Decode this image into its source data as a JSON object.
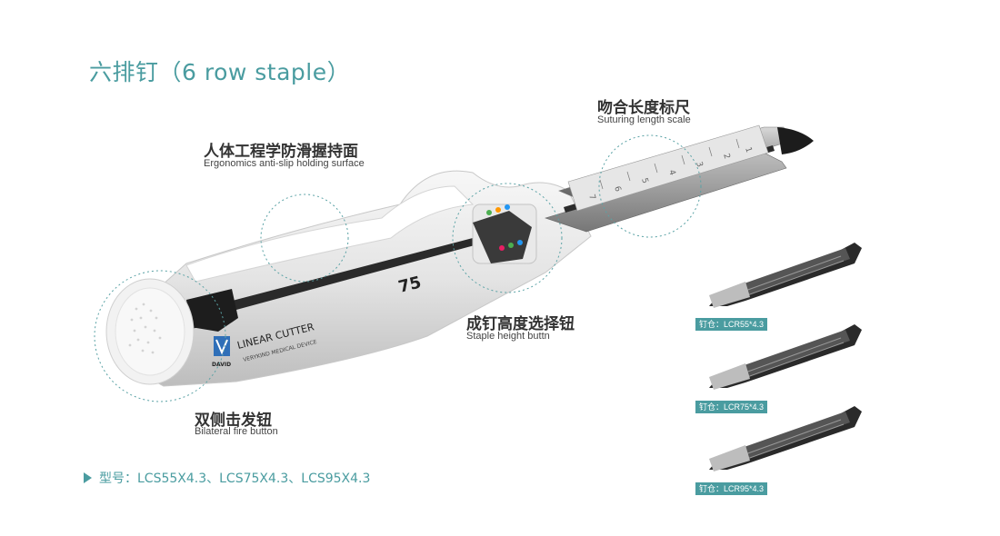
{
  "title": "六排钉（6 row staple）",
  "labels": {
    "ergonomics": {
      "cn": "人体工程学防滑握持面",
      "en": "Ergonomics anti-slip holding surface"
    },
    "scale": {
      "cn": "吻合长度标尺",
      "en": "Suturing length scale"
    },
    "staple_height": {
      "cn": "成钉高度选择钮",
      "en": "Staple height buttn"
    },
    "fire_button": {
      "cn": "双侧击发钮",
      "en": "Bilateral fire button"
    }
  },
  "device": {
    "length_marking": "75",
    "brand_text": "LINEAR CUTTER",
    "sub_text": "VERYKIND MEDICAL DEVICE",
    "logo_text": "DAVID"
  },
  "cartridges": [
    {
      "label": "钉仓：LCR55*4.3"
    },
    {
      "label": "钉仓：LCR75*4.3"
    },
    {
      "label": "钉仓：LCR95*4.3"
    }
  ],
  "model_line": "型号：LCS55X4.3、LCS75X4.3、LCS95X4.3"
}
